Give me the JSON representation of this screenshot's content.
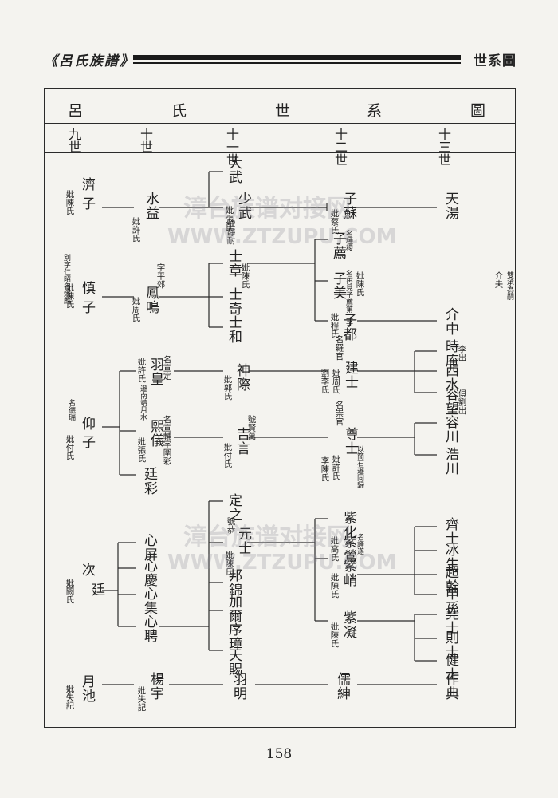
{
  "header": {
    "book_title": "《呂氏族譜》",
    "section_title": "世系圖"
  },
  "title_chars": [
    "呂",
    "氏",
    "世",
    "系",
    "圖"
  ],
  "generations": [
    "九世",
    "十世",
    "十一世",
    "十二世",
    "十三世"
  ],
  "watermark": {
    "cn": "漳台族谱对接网",
    "url": "WWW.ZTZUPU.COM"
  },
  "page_number": "158",
  "persons": {
    "ji": "濟",
    "ji_zi": "子",
    "ji_wife": "妣陳氏",
    "shuiyi": "水益",
    "shuiyi_wife": "妣許氏",
    "dawu": "大武",
    "shaowu": "少武",
    "shaowu_wife": "妣張氏",
    "zisu": "子蘇",
    "zisu_wife": "妣蔡氏",
    "tianxiang": "天湯",
    "zhen": "慎",
    "zhen_zi": "子",
    "zhen_note": "別字仁昭名燿麟",
    "zhen_wife": "妣陳氏",
    "fengming": "鳳鳴",
    "fengming_note": "字平郊",
    "fengming_wife": "妣周氏",
    "shizhang": "士章",
    "shizhang_note": "號靜耐",
    "shizhang_wife": "妣陳氏",
    "shiqi": "士奇",
    "shihe": "士和",
    "zijian": "子薦",
    "zijian_note": "名種稷",
    "zimei": "子美",
    "zimei_note": "名再見子薦第二子",
    "zimei_wife": "妣陳氏",
    "jiefu": "介夫",
    "jiefu_note": "雙承為嗣",
    "zidu": "子都",
    "zidu_wife": "妣程氏",
    "jiezhong": "介中",
    "yang": "仰",
    "yang_zi": "子",
    "yang_note": "名德瑞",
    "yang_wife": "妣付氏",
    "yuhuang": "羽皇",
    "yuhuang_note": "名宣定",
    "yuhuang_wife": "妣許氏",
    "yuhuang_note2": "遷南靖月水",
    "shenji": "神際",
    "shenji_wife": "妣郭氏",
    "jianshi": "建士",
    "jianshi_note": "名羅官",
    "jianshi_wife": "妣周氏",
    "jianshi_wife2": "劉李氏",
    "shiyan": "時庵",
    "shiyan_note": "李出",
    "xishui": "西水",
    "rongwang": "容望",
    "rongwang_note": "俱劉出",
    "xiyi": "熙儀",
    "xiyi_note": "名宣輔字圍彩",
    "xiyi_wife": "妣張氏",
    "jieyan": "吉言",
    "jieyan_note": "號賢萬",
    "jieyan_wife": "妣付氏",
    "zunshi": "尊士",
    "zunshi_note": "名崇官",
    "zunshi_wife": "妣許氏",
    "zunshi_wife2": "李陳氏",
    "zunshi_note2": "以簡石遷同歸",
    "rongchuan": "容川",
    "haochuan": "浩川",
    "tingcai": "廷彩",
    "ting": "廷",
    "ci": "次",
    "ting_wife": "妣闕氏",
    "xinping": "心屏",
    "xinqing": "心慶",
    "xinji": "心集",
    "xinpin": "心聘",
    "dingzhi": "定之",
    "yuanshi": "元士",
    "yuanshi_note": "號恭",
    "yuanshi_wife": "妣陳氏",
    "zihua": "紫化",
    "zicao": "紫鶯",
    "zicao_note": "名謹遂",
    "zicao_wife": "妣高氏",
    "bangjin": "邦錦",
    "jiaxiang": "加爾",
    "ziding": "紫峭",
    "ziding_wife": "妣陳氏",
    "qishi": "齊士",
    "bingsheng": "冰生",
    "chaoqian": "超幹",
    "zhongsun": "申孫",
    "xuzhang": "序璋",
    "ziying": "紫凝",
    "ziying_wife": "妣陳氏",
    "yaoshi": "堯士",
    "zeshi": "則士",
    "jianshi2": "健士",
    "tianci": "天賜",
    "yuechi": "月池",
    "yuechi_wife": "妣失記",
    "yangyu": "楊宇",
    "yangyu_wife": "妣失記",
    "yuming": "羽明",
    "ruzhang": "儒紳",
    "zuodian": "作典"
  }
}
